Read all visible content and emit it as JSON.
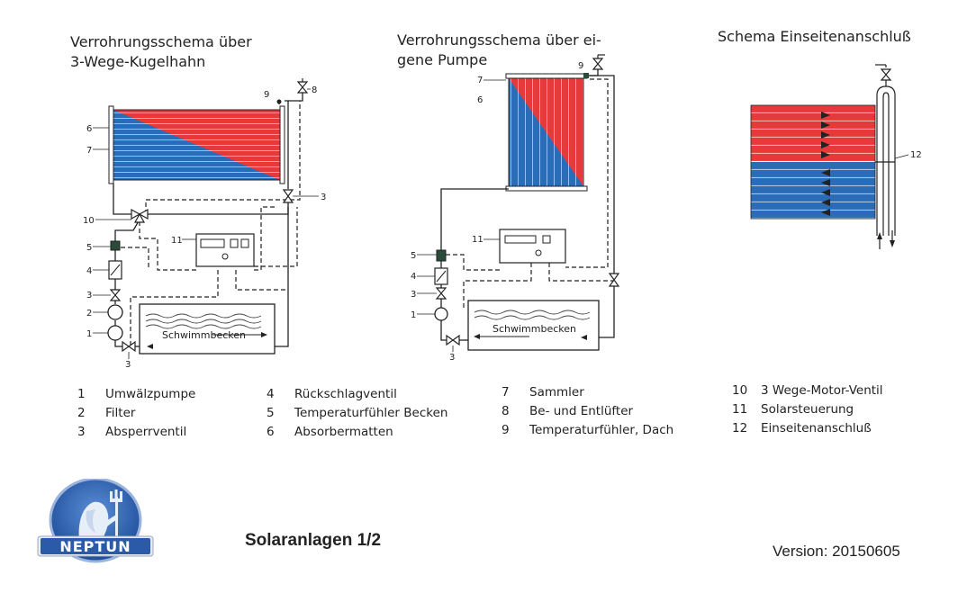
{
  "titles": {
    "kugelhahn_line1": "Verrohrungsschema über",
    "kugelhahn_line2": "3-Wege-Kugelhahn",
    "pumpe_line1": "Verrohrungsschema über ei-",
    "pumpe_line2": "gene Pumpe",
    "einseiten": "Schema Einseitenanschluß"
  },
  "pool_label": "Schwimmbecken",
  "diagram_labels": {
    "d1": [
      "6",
      "7",
      "9",
      "8",
      "3",
      "10",
      "11",
      "5",
      "4",
      "3",
      "2",
      "1",
      "3"
    ],
    "d2": [
      "7",
      "6",
      "9",
      "5",
      "11",
      "4",
      "3",
      "1",
      "3"
    ],
    "d3": [
      "12"
    ]
  },
  "legend": [
    {
      "num": "1",
      "text": "Umwälzpumpe"
    },
    {
      "num": "2",
      "text": "Filter"
    },
    {
      "num": "3",
      "text": "Absperrventil"
    },
    {
      "num": "4",
      "text": "Rückschlagventil"
    },
    {
      "num": "5",
      "text": "Temperaturfühler Becken"
    },
    {
      "num": "6",
      "text": "Absorbermatten"
    },
    {
      "num": "7",
      "text": "Sammler"
    },
    {
      "num": "8",
      "text": "Be- und Entlüfter"
    },
    {
      "num": "9",
      "text": "Temperaturfühler, Dach"
    },
    {
      "num": "10",
      "text": "3 Wege-Motor-Ventil"
    },
    {
      "num": "11",
      "text": "Solarsteuerung"
    },
    {
      "num": "12",
      "text": "Einseitenanschluß"
    }
  ],
  "footer": {
    "title": "Solaranlagen 1/2",
    "version": "Version: 20150605",
    "logo_text": "NEPTUN"
  },
  "colors": {
    "hot": "#e8393a",
    "cold": "#2b6cb8",
    "pipe": "#222222",
    "logo_blue": "#2a5aa8"
  }
}
